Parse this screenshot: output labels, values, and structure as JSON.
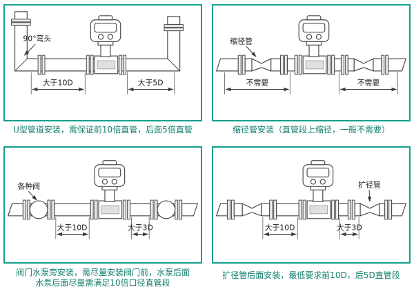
{
  "colors": {
    "panel_border": "#14a08e",
    "caption_text": "#117e6d",
    "diagram_line": "#3f3f3f"
  },
  "panels": [
    {
      "id": "u-pipe",
      "part_label": "90°弯头",
      "dim_left": "大于10D",
      "dim_right": "大于5D",
      "caption": "U型管道安装，需保证前10倍直管，后面5倍直管"
    },
    {
      "id": "reducer",
      "part_label": "缩径管",
      "dim_left": "不需要",
      "dim_right": "不需要",
      "caption": "缩径管安装（直管段上缩径，一般不需要）"
    },
    {
      "id": "valve-pump",
      "part_label": "各种阀",
      "dim_left": "大于10D",
      "dim_right": "大于3D",
      "caption_line1": "阀门水泵旁安装，需尽量安装阀门前，水泵后面",
      "caption_line2": "水泵后面尽量需满足10倍口径直管段"
    },
    {
      "id": "expander",
      "part_label": "扩径管",
      "dim_left": "大于10D",
      "dim_right": "大于3D",
      "caption": "扩径管后面安装，最低要求前10D，后5D直管段"
    }
  ]
}
